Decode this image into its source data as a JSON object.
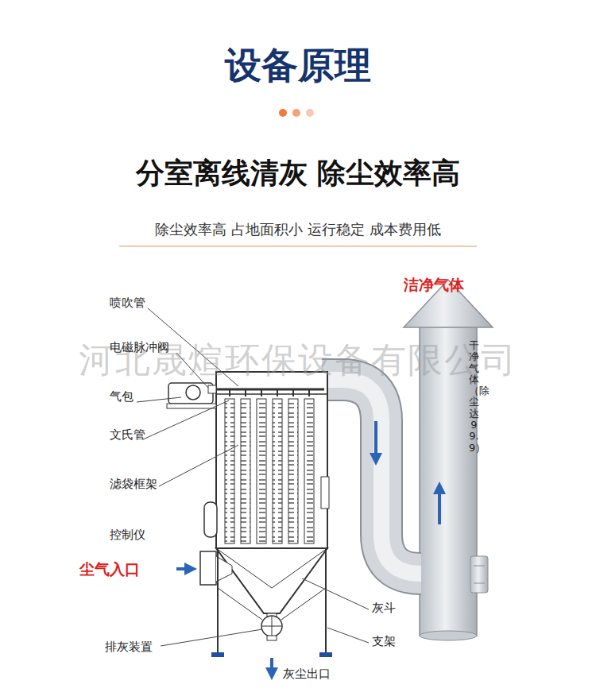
{
  "diagram": {
    "title": "设备原理",
    "labels": [
      "分室离线清灰 除尘效率高",
      "除尘效率高 占地面积小 运行稳定 成本费用低",
      "洁净气体",
      "河北晟煊环保设备有限公司",
      "喷吹管",
      "电磁脉冲阀",
      "气包",
      "文氏管",
      "滤袋框架",
      "控制仪",
      "尘气入口",
      "排灰装置",
      "灰斗",
      "支架",
      "灰尘出口",
      "干净气体（除尘达99.9）"
    ]
  }
}
